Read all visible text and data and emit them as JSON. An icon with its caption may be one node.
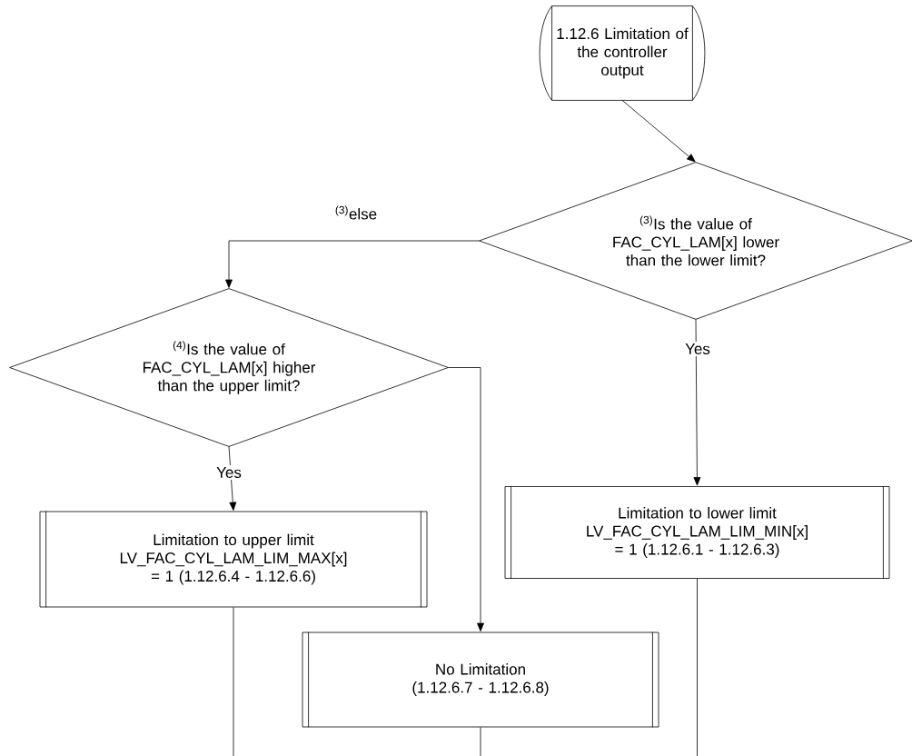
{
  "diagram": {
    "nodes": [
      {
        "text": [
          "1.12.6 Limitation of the controller output"
        ]
      },
      {
        "text": [
          "$^{(3)}$Is the value of FAC_CYL_LAM[x] lower than the lower limit?"
        ]
      },
      {
        "text": [
          "$^{(4)}$Is the value of FAC_CYL_LAM[x] higher than the upper limit?"
        ]
      },
      {
        "text": [
          "Limitation to lower limit LV_FAC_CYL_LAM_LIM_MIN[x] = 1 (1.12.6.1 - 1.12.6.3)"
        ]
      },
      {
        "text": [
          "Limitation to upper limit LV_FAC_CYL_LAM_LIM_MAX[x] = 1 (1.12.6.4 - 1.12.6.6)"
        ]
      },
      {
        "text": [
          "No Limitation (1.12.6.7 - 1.12.6.8)"
        ]
      }
    ],
    "edges": [
      {
        "from": 0,
        "to": 1,
        "arrow": "to"
      },
      {
        "from": 1,
        "to": 2,
        "arrow": "to",
        "label": "$^{(3)}$else"
      },
      {
        "from": 1,
        "to": 3,
        "arrow": "to",
        "label": "Yes"
      },
      {
        "from": 2,
        "to": 4,
        "arrow": "to",
        "label": "Yes"
      },
      {
        "from": 2,
        "to": 5,
        "arrow": "to"
      },
      {
        "from": 4,
        "to": null,
        "arrow": "none"
      },
      {
        "from": 5,
        "to": null,
        "arrow": "none"
      },
      {
        "from": 3,
        "to": null,
        "arrow": "none"
      }
    ]
  }
}
